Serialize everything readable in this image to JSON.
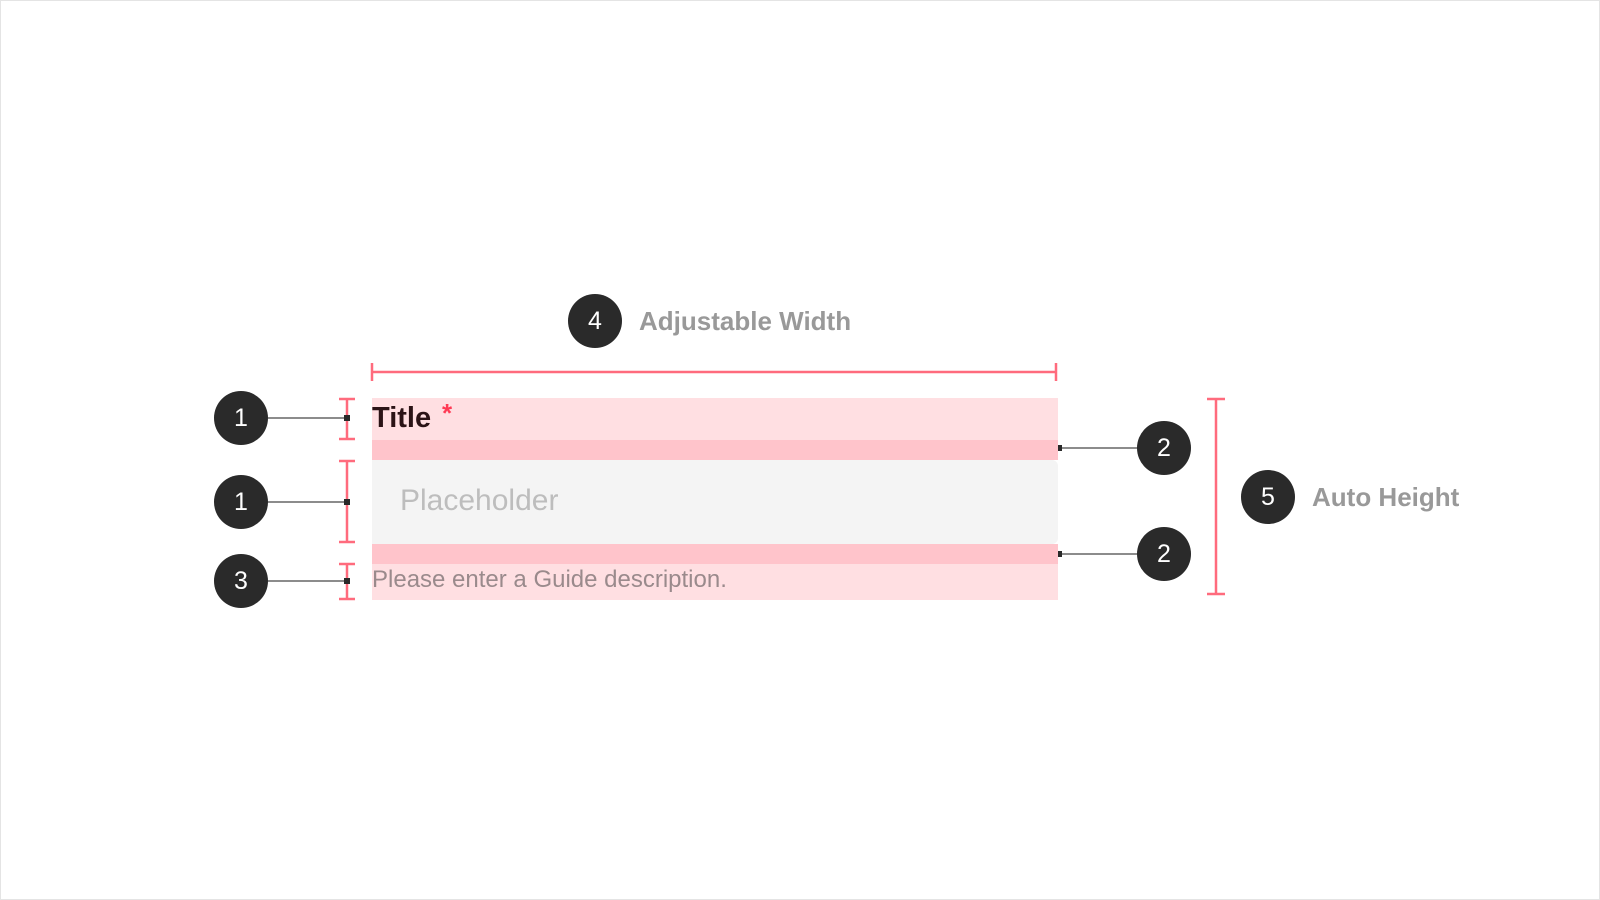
{
  "annotations": {
    "width_label": "Adjustable Width",
    "height_label": "Auto Height",
    "markers": {
      "label": "1",
      "input": "1",
      "spacing_top": "2",
      "spacing_bottom": "2",
      "helper": "3",
      "width": "4",
      "height": "5"
    }
  },
  "field": {
    "title": "Title",
    "required_mark": "*",
    "placeholder": "Placeholder",
    "helper_text": "Please enter a Guide description."
  },
  "colors": {
    "guide": "#ff6b7d",
    "badge": "#2a2a2a",
    "required": "#ff3b55"
  }
}
